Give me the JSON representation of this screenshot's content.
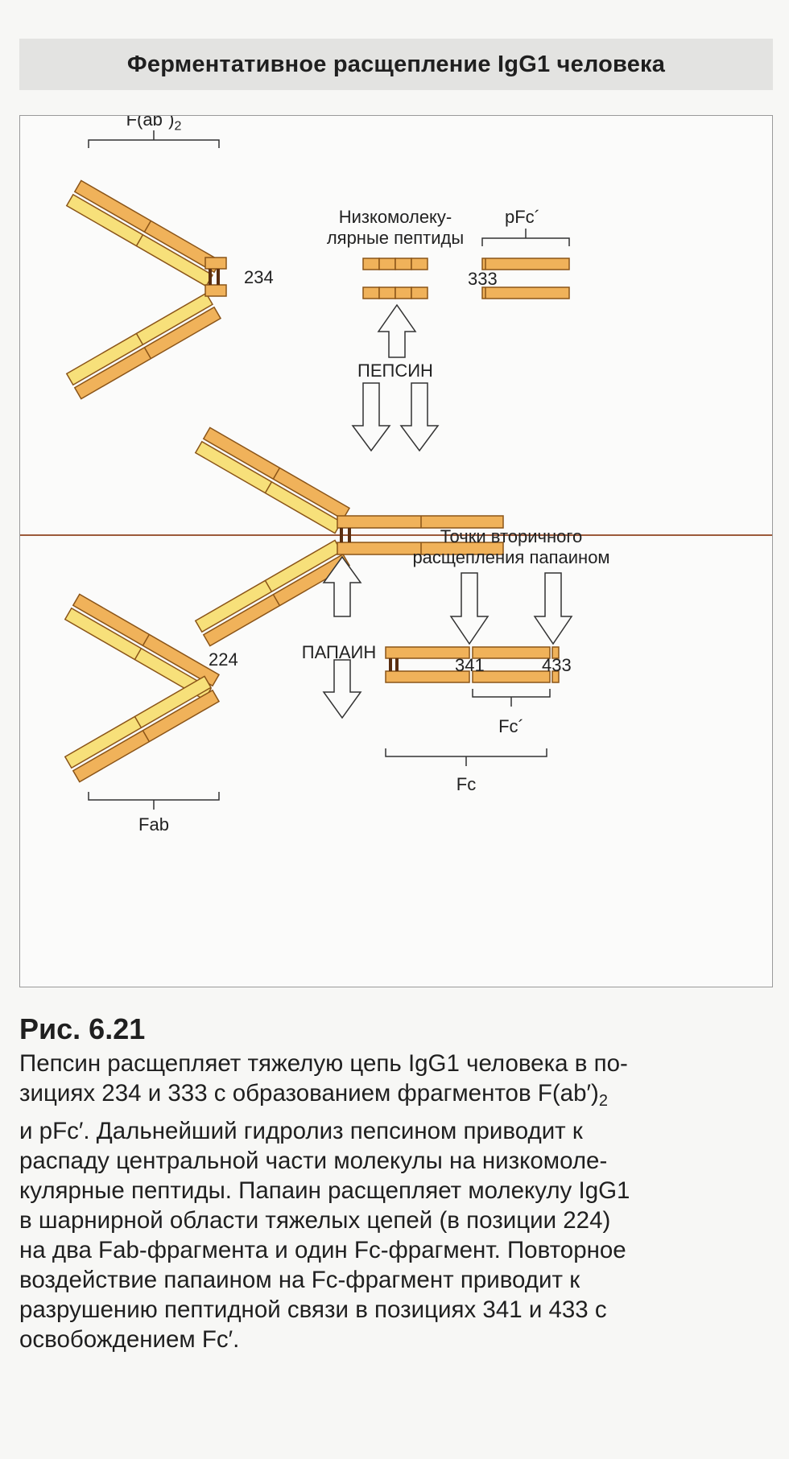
{
  "title": "Ферментативное расщепление IgG1 человека",
  "labels": {
    "fab2": "F(ab´)",
    "fab2_sub": "2",
    "pos_234": "234",
    "pos_224": "224",
    "pos_333": "333",
    "pos_341": "341",
    "pos_433": "433",
    "low_mol_line1": "Низкомолеку-",
    "low_mol_line2": "лярные пептиды",
    "pfc": "pFc´",
    "pepsin": "ПЕПСИН",
    "papain": "ПАПАИН",
    "secondary_line1": "Точки вторичного",
    "secondary_line2": "расщепления папаином",
    "fc_prime": "Fc´",
    "fc": "Fc",
    "fab": "Fab"
  },
  "caption": {
    "heading": "Рис. 6.21",
    "lines": [
      "Пепсин расщепляет тяжелую цепь IgG1 человека в по-",
      "зициях 234 и 333 с образованием фрагментов F(ab′)",
      "и pFc′. Дальнейший гидролиз пепсином приводит к",
      "распаду центральной части молекулы на низкомоле-",
      "кулярные пептиды. Папаин расщепляет молекулу IgG1",
      "в шарнирной области тяжелых цепей (в позиции 224)",
      "на два Fab-фрагмента и один Fc-фрагмент. Повторное",
      "воздействие папаином на Fc-фрагмент приводит к",
      "разрушению пептидной связи в позициях 341 и 433 с",
      "освобождением Fc′."
    ],
    "line2_sub": "2"
  },
  "colors": {
    "heavy_chain": "#f0b25a",
    "light_chain": "#f7e07a",
    "outline": "#8a5418",
    "hinge": "#5a2e10",
    "axis_line": "#9c5a3a",
    "title_bg": "#e3e3e1"
  }
}
